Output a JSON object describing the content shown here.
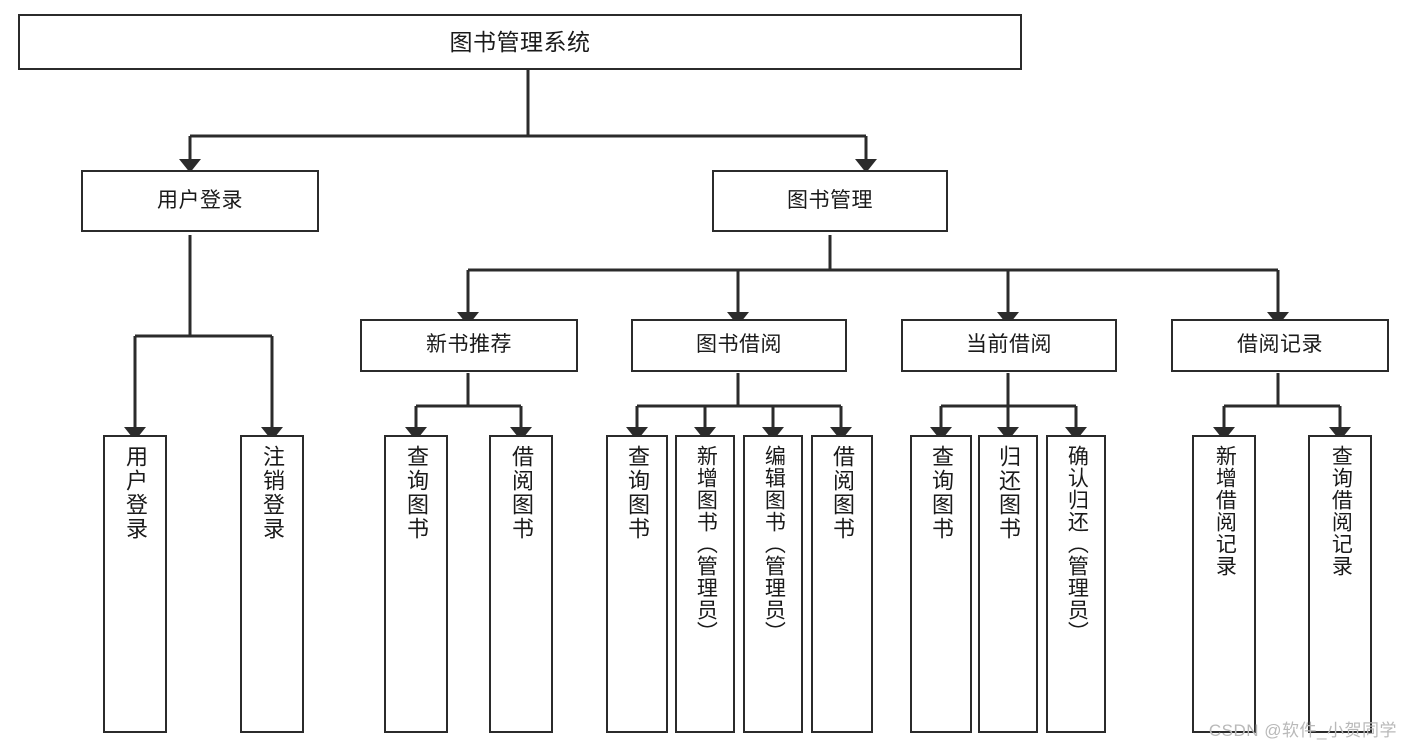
{
  "diagram": {
    "title": "图书管理系统",
    "watermark": "CSDN @软件_小贺同学",
    "line_color": "#2b2b2b",
    "box_fill": "#ffffff",
    "text_color": "#1a1a1a",
    "watermark_color": "#b9b9b9"
  },
  "nodes": {
    "root": {
      "label": "图书管理系统"
    },
    "level2": [
      {
        "label": "用户登录"
      },
      {
        "label": "图书管理"
      }
    ],
    "level3": [
      {
        "label": "新书推荐"
      },
      {
        "label": "图书借阅"
      },
      {
        "label": "当前借阅"
      },
      {
        "label": "借阅记录"
      }
    ],
    "leaves": {
      "user_login": [
        {
          "label": "用户登录"
        },
        {
          "label": "注销登录"
        }
      ],
      "new_book_recommend": [
        {
          "label": "查询图书"
        },
        {
          "label": "借阅图书"
        }
      ],
      "book_borrow": [
        {
          "label": "查询图书"
        },
        {
          "label": "新增图书（管理员）"
        },
        {
          "label": "编辑图书（管理员）"
        },
        {
          "label": "借阅图书"
        }
      ],
      "current_borrow": [
        {
          "label": "查询图书"
        },
        {
          "label": "归还图书"
        },
        {
          "label": "确认归还（管理员）"
        }
      ],
      "borrow_record": [
        {
          "label": "新增借阅记录"
        },
        {
          "label": "查询借阅记录"
        }
      ]
    }
  }
}
